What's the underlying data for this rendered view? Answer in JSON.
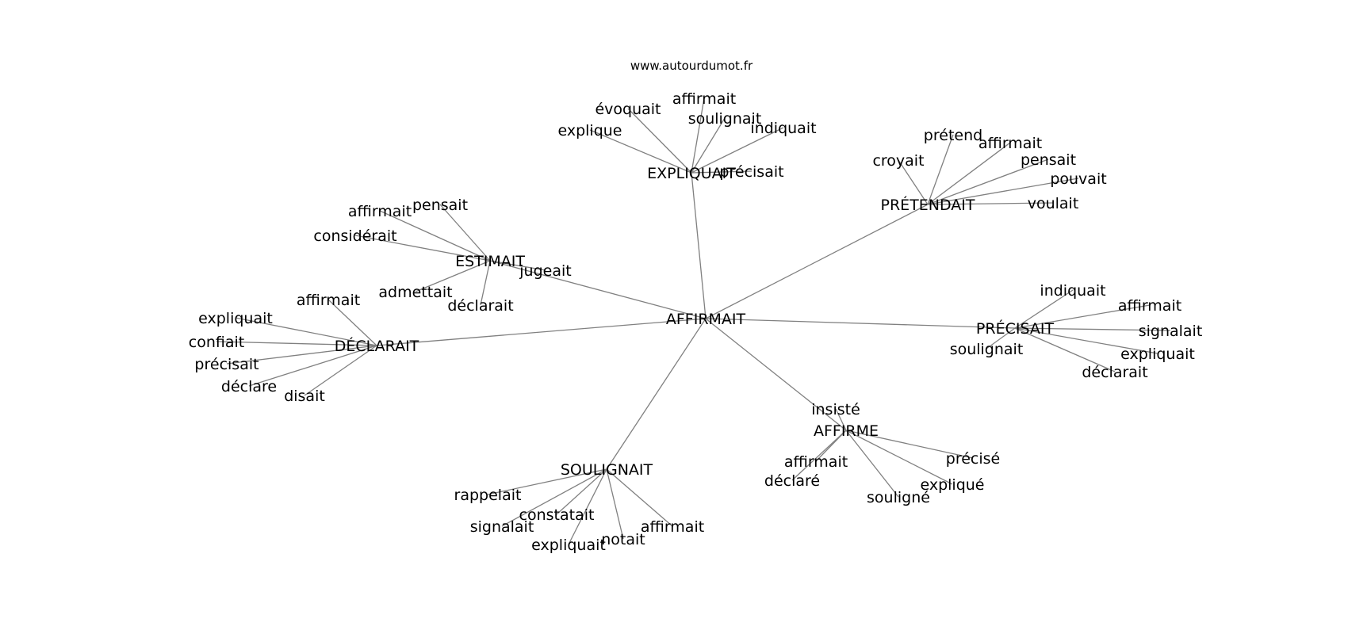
{
  "source_text": "www.autourdumot.fr",
  "colors": {
    "edge": "#808080",
    "text": "#000000",
    "background": "#ffffff"
  },
  "graph": {
    "center": "AFFIRMAIT",
    "clusters": [
      {
        "hub": "EXPLIQUAIT",
        "words": [
          "évoquait",
          "affirmait",
          "soulignait",
          "indiquait",
          "explique",
          "précisait"
        ]
      },
      {
        "hub": "PRÉTENDAIT",
        "words": [
          "prétend",
          "affirmait",
          "croyait",
          "pensait",
          "pouvait",
          "voulait"
        ]
      },
      {
        "hub": "ESTIMAIT",
        "words": [
          "affirmait",
          "pensait",
          "considérait",
          "jugeait",
          "admettait",
          "déclarait"
        ]
      },
      {
        "hub": "PRÉCISAIT",
        "words": [
          "indiquait",
          "affirmait",
          "signalait",
          "soulignait",
          "expliquait",
          "déclarait"
        ]
      },
      {
        "hub": "DÉCLARAIT",
        "words": [
          "affirmait",
          "expliquait",
          "confiait",
          "précisait",
          "déclare",
          "disait"
        ]
      },
      {
        "hub": "AFFIRME",
        "words": [
          "insisté",
          "affirmait",
          "précisé",
          "déclaré",
          "expliqué",
          "souligné"
        ]
      },
      {
        "hub": "SOULIGNAIT",
        "words": [
          "rappelait",
          "constatait",
          "signalait",
          "affirmait",
          "notait",
          "expliquait"
        ]
      }
    ]
  }
}
